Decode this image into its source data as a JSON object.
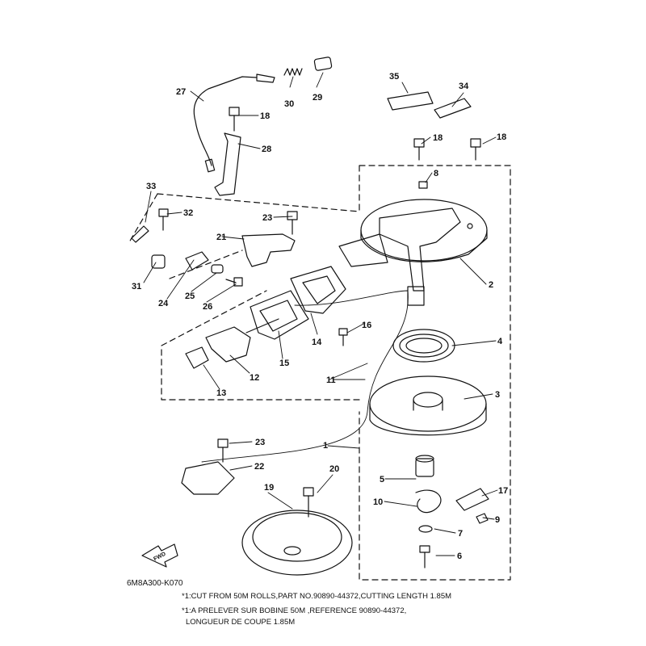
{
  "diagram_code": "6M8A300-K070",
  "notes": [
    "*1:CUT FROM 50M ROLLS,PART NO.90890-44372,CUTTING LENGTH 1.85M",
    "*1:A PRELEVER SUR BOBINE 50M ,REFERENCE 90890-44372,",
    "LONGUEUR DE COUPE 1.85M"
  ],
  "fwd_label": "FWD",
  "callouts": {
    "c1": "1",
    "c2": "2",
    "c3": "3",
    "c4": "4",
    "c5": "5",
    "c6": "6",
    "c7": "7",
    "c8": "8",
    "c9": "9",
    "c10": "10",
    "c11": "11",
    "c12": "12",
    "c13": "13",
    "c14": "14",
    "c15": "15",
    "c16": "16",
    "c17": "17",
    "c18a": "18",
    "c18b": "18",
    "c18c": "18",
    "c19": "19",
    "c20": "20",
    "c21": "21",
    "c22": "22",
    "c23a": "23",
    "c23b": "23",
    "c24": "24",
    "c25": "25",
    "c26": "26",
    "c27": "27",
    "c28": "28",
    "c29": "29",
    "c30": "30",
    "c31": "31",
    "c32": "32",
    "c33": "33",
    "c34": "34",
    "c35": "35"
  }
}
